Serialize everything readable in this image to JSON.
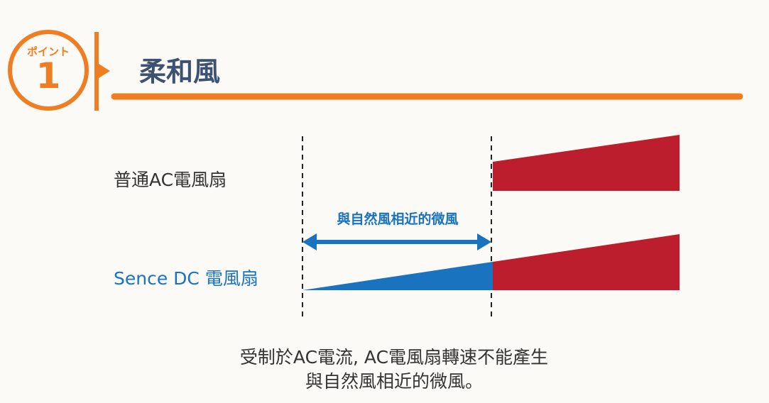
{
  "header": {
    "badge_label": "ポイント",
    "badge_number": "1",
    "title": "柔和風"
  },
  "diagram": {
    "ac_fan_label": "普通AC電風扇",
    "dc_fan_label": "Sence DC 電風扇",
    "arrow_label": "與自然風相近的微風"
  },
  "caption": {
    "line1": "受制於AC電流, AC電風扇轉速不能產生",
    "line2": "與自然風相近的微風。"
  },
  "colors": {
    "accent_orange": "#ef7d22",
    "title_navy": "#3d5170",
    "dc_blue": "#1a73be",
    "ac_red": "#bd1e2d"
  }
}
